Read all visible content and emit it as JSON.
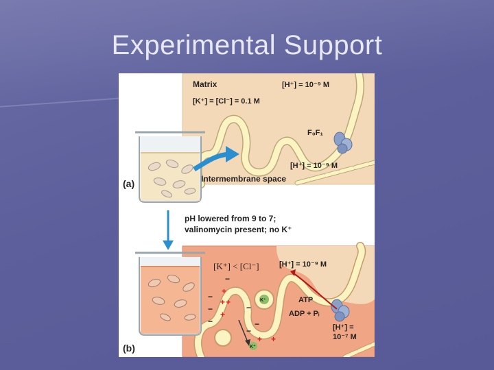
{
  "slide": {
    "title": "Experimental Support"
  },
  "panel_a": {
    "label": "(a)",
    "matrix_label": "Matrix",
    "matrix_h_conc": "[H⁺] = 10⁻⁹ M",
    "matrix_kcl_conc": "[K⁺] = [Cl⁻] = 0.1 M",
    "enzyme_label": "F₀F₁",
    "ims_h_conc": "[H⁺] = 10⁻⁹ M",
    "ims_label": "Intermembrane space"
  },
  "transition": {
    "line1": "pH lowered from 9 to 7;",
    "line2": "valinomycin present; no K⁺"
  },
  "panel_b": {
    "label": "(b)",
    "kcl_note": "[K⁺] < [Cl⁻]",
    "matrix_h_conc": "[H⁺] = 10⁻⁹ M",
    "atp_label": "ATP",
    "adp_label": "ADP + Pᵢ",
    "ims_h_line1": "[H⁺] =",
    "ims_h_line2": "10⁻⁷ M",
    "k_ion": "K⁺",
    "plus": "+",
    "minus": "−"
  },
  "colors": {
    "slide_bg": "#5d5f9c",
    "matrix_bg": "#f4d9b8",
    "acid_bg": "#f0a584",
    "membrane": "#fbf4c2",
    "arrow_blue": "#2a8fd0",
    "charge_red": "#d32020"
  }
}
